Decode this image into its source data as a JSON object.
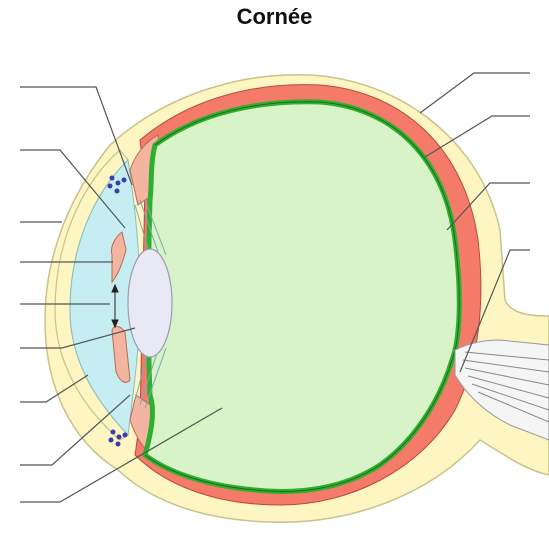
{
  "title": "Cornée",
  "colors": {
    "sclera": "#fdf6c3",
    "sclera_stroke": "#c9c28a",
    "choroid": "#f47b6a",
    "retina": "#2fae2f",
    "retina_dark": "#1d6b1d",
    "vitreous": "#d8f3c7",
    "aqueous": "#c6eef2",
    "lens": "#e9e9f5",
    "iris": "#f3b5a0",
    "vessels": "#3b3bb0",
    "nerve": "#f5f5f5",
    "leader_line": "#555555"
  },
  "icons": [
    "leader-line",
    "arrow-double-vertical"
  ]
}
